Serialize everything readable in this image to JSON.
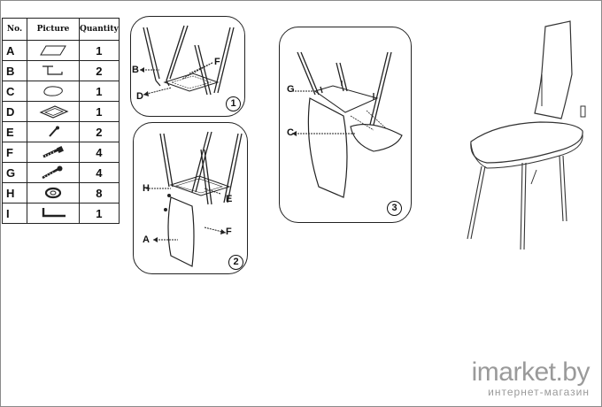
{
  "table": {
    "headers": {
      "no": "No.",
      "picture": "Picture",
      "quantity": "Quantity"
    },
    "rows": [
      {
        "no": "A",
        "qty": "1",
        "icon": "backrest-panel-icon"
      },
      {
        "no": "B",
        "qty": "2",
        "icon": "bracket-icon"
      },
      {
        "no": "C",
        "qty": "1",
        "icon": "seat-cushion-icon"
      },
      {
        "no": "D",
        "qty": "1",
        "icon": "seat-frame-icon"
      },
      {
        "no": "E",
        "qty": "2",
        "icon": "small-screw-icon"
      },
      {
        "no": "F",
        "qty": "4",
        "icon": "bolt-icon"
      },
      {
        "no": "G",
        "qty": "4",
        "icon": "wood-screw-icon"
      },
      {
        "no": "H",
        "qty": "8",
        "icon": "washer-icon"
      },
      {
        "no": "I",
        "qty": "1",
        "icon": "allen-key-icon"
      }
    ]
  },
  "steps": {
    "step1": {
      "number": "1",
      "labels": {
        "b": "B",
        "f": "F",
        "d": "D"
      }
    },
    "step2": {
      "number": "2",
      "labels": {
        "h": "H",
        "e": "E",
        "a": "A",
        "f": "F"
      }
    },
    "step3": {
      "number": "3",
      "labels": {
        "g": "G",
        "c": "C"
      }
    }
  },
  "watermark": {
    "brand": "imarket.by",
    "subtitle": "интернет-магазин"
  }
}
